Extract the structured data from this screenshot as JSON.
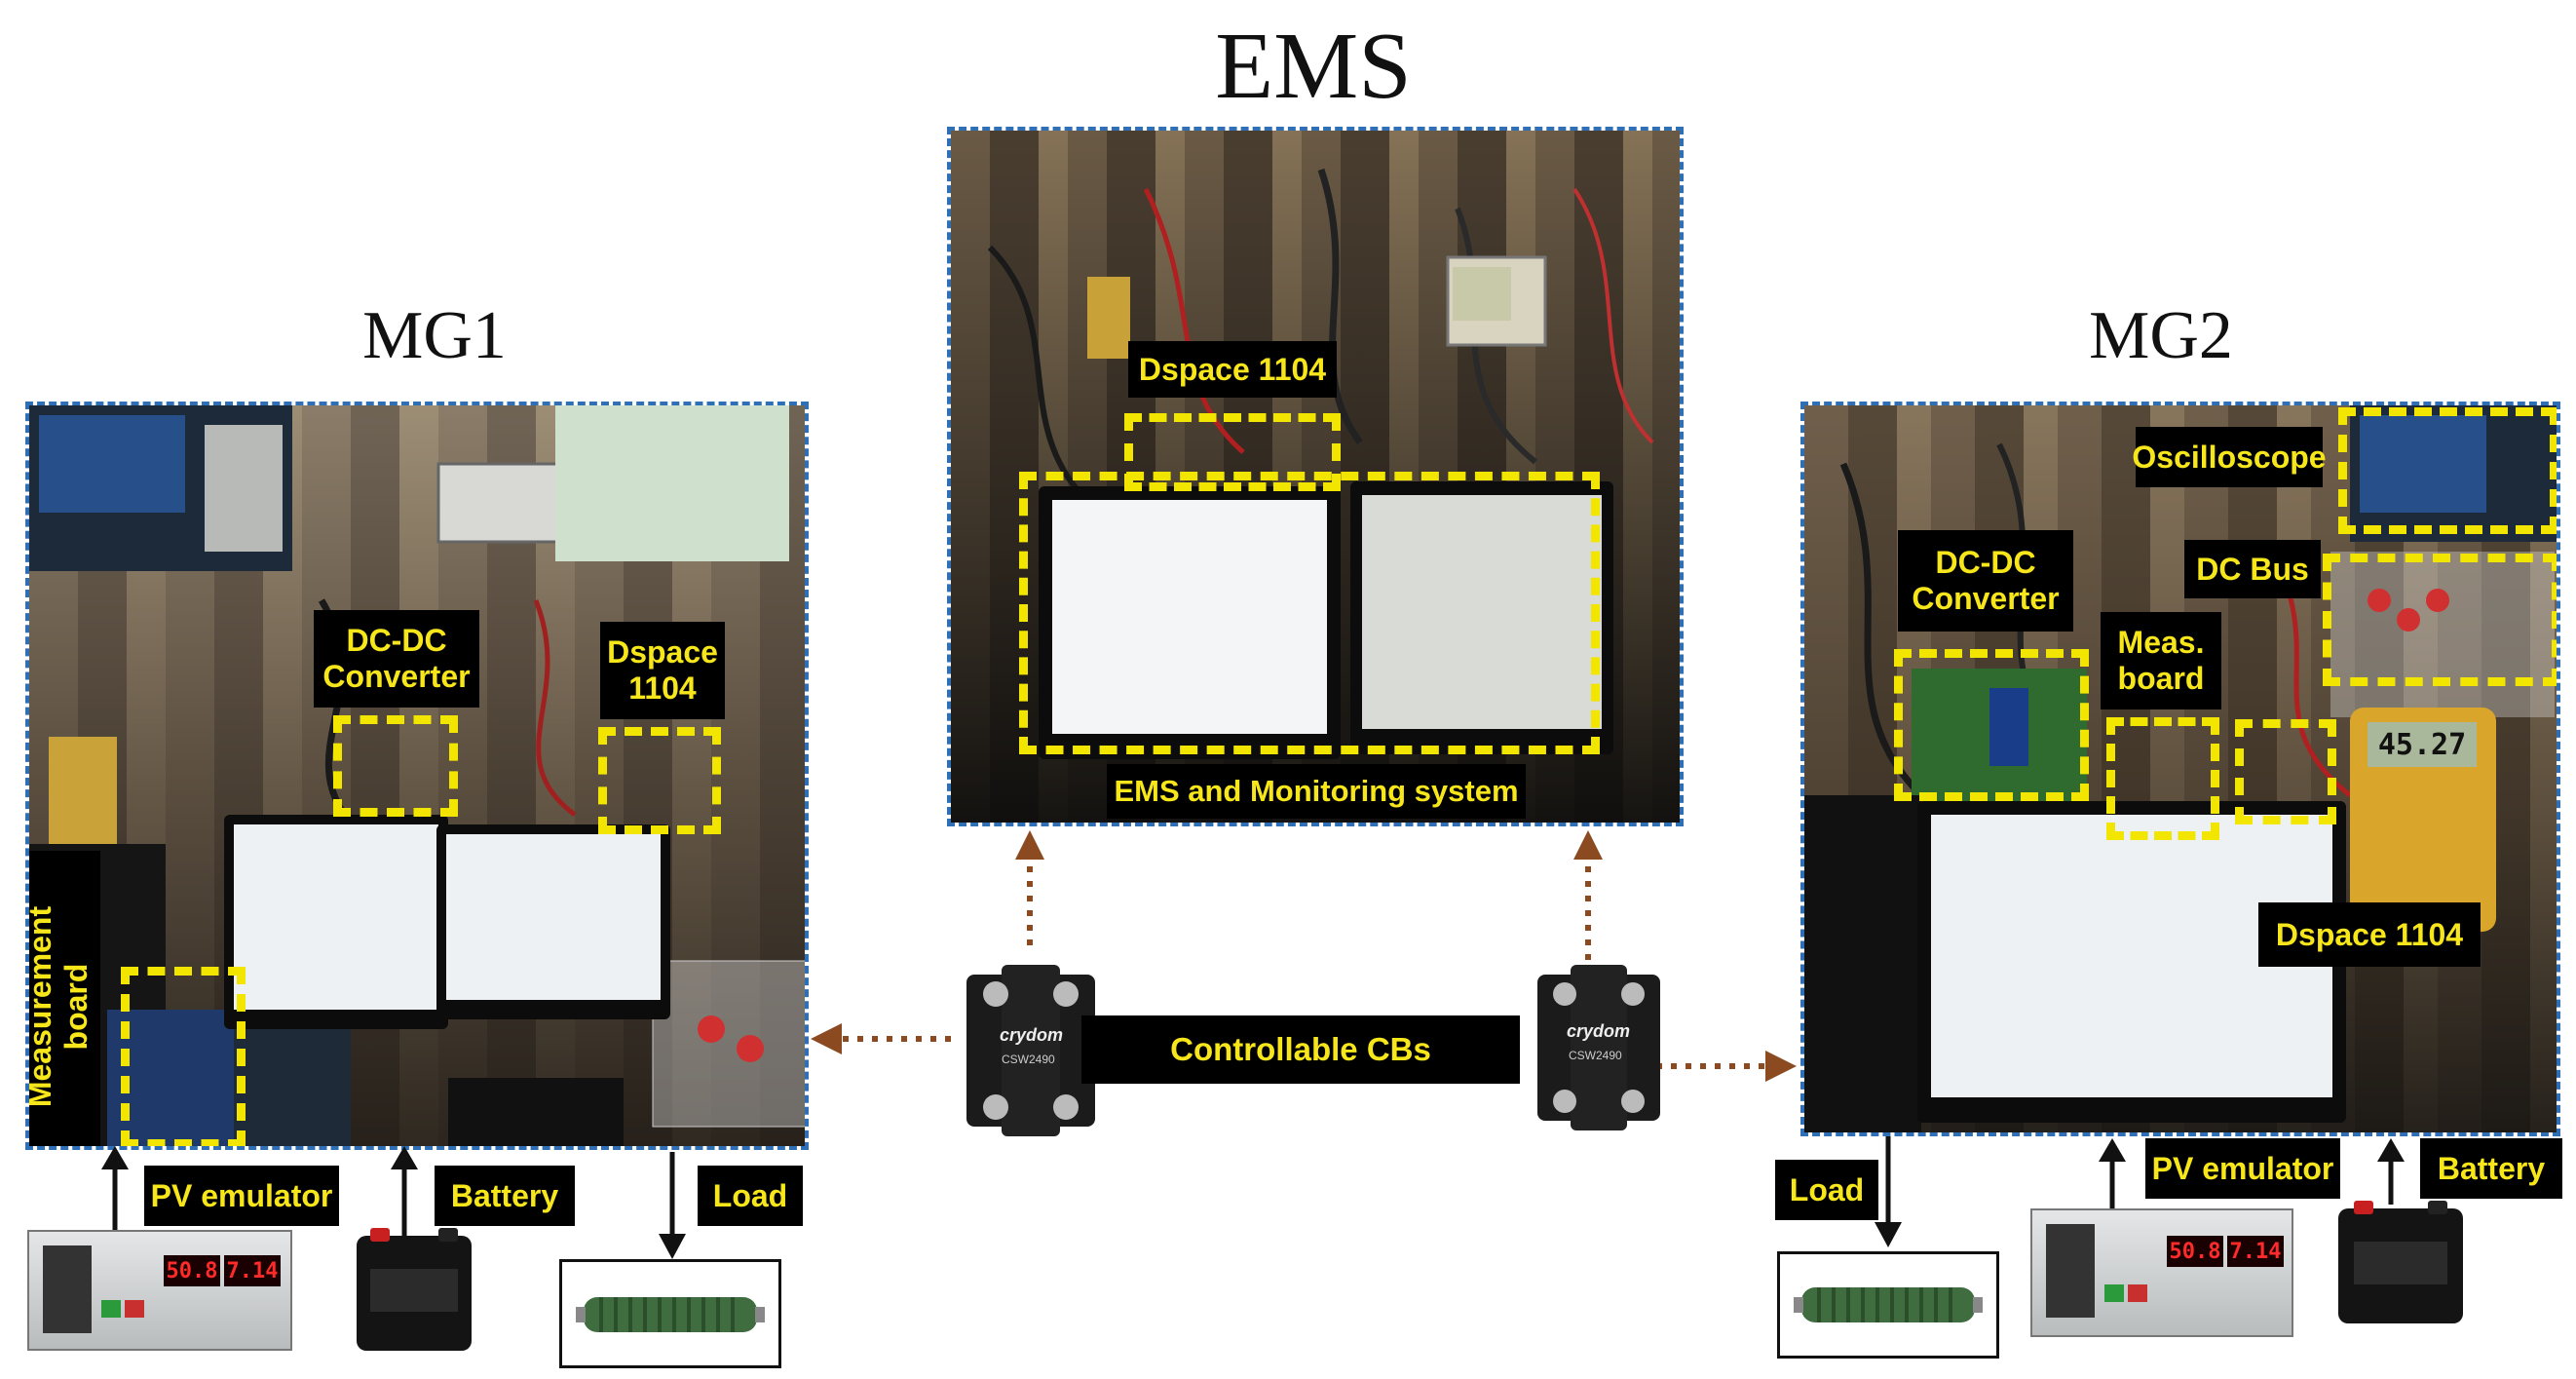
{
  "titles": {
    "ems": "EMS",
    "mg1": "MG1",
    "mg2": "MG2"
  },
  "ems_panel": {
    "dspace_label": "Dspace 1104",
    "monitoring_label": "EMS and Monitoring system"
  },
  "mg1_panel": {
    "dcdc_label_line1": "DC-DC",
    "dcdc_label_line2": "Converter",
    "dspace_label_line1": "Dspace",
    "dspace_label_line2": "1104",
    "measurement_label_line1": "Measurement",
    "measurement_label_line2": "board"
  },
  "mg2_panel": {
    "oscilloscope_label": "Oscilloscope",
    "dcbus_label": "DC Bus",
    "dcdc_label_line1": "DC-DC",
    "dcdc_label_line2": "Converter",
    "meas_label_line1": "Meas.",
    "meas_label_line2": "board",
    "dspace_label": "Dspace 1104",
    "multimeter_reading": "45.27"
  },
  "center": {
    "cbs_label": "Controllable CBs",
    "relay_brand": "crydom",
    "relay_model": "CSW2490"
  },
  "mg1_components": {
    "pv_label": "PV emulator",
    "battery_label": "Battery",
    "load_label": "Load",
    "pv_display_left": "50.8",
    "pv_display_right": "7.14"
  },
  "mg2_components": {
    "load_label": "Load",
    "pv_label": "PV emulator",
    "battery_label": "Battery",
    "pv_display_left": "50.8",
    "pv_display_right": "7.14"
  },
  "colors": {
    "label_bg": "#000000",
    "label_text": "#f6e61a",
    "highlight_dash": "#f2e600",
    "panel_border": "#2f6fb6",
    "connector_arrow": "#8b4a1f"
  }
}
